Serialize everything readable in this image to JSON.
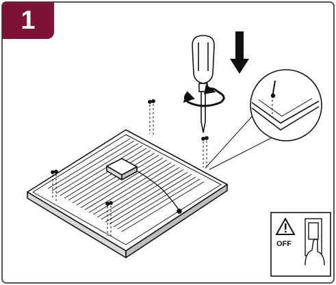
{
  "step": {
    "number": "1",
    "badge_color": "#7e1336"
  },
  "safety_box": {
    "label": "OFF",
    "icon": "warning-icon",
    "switch_icon": "wall-switch-icon"
  },
  "illustration": {
    "tool": "screwdriver-icon",
    "direction": "down-arrow-icon",
    "rotation": "rotate-arrow-icon",
    "detail": "magnifier-detail"
  },
  "colors": {
    "line": "#111111",
    "frame": "#555555"
  }
}
